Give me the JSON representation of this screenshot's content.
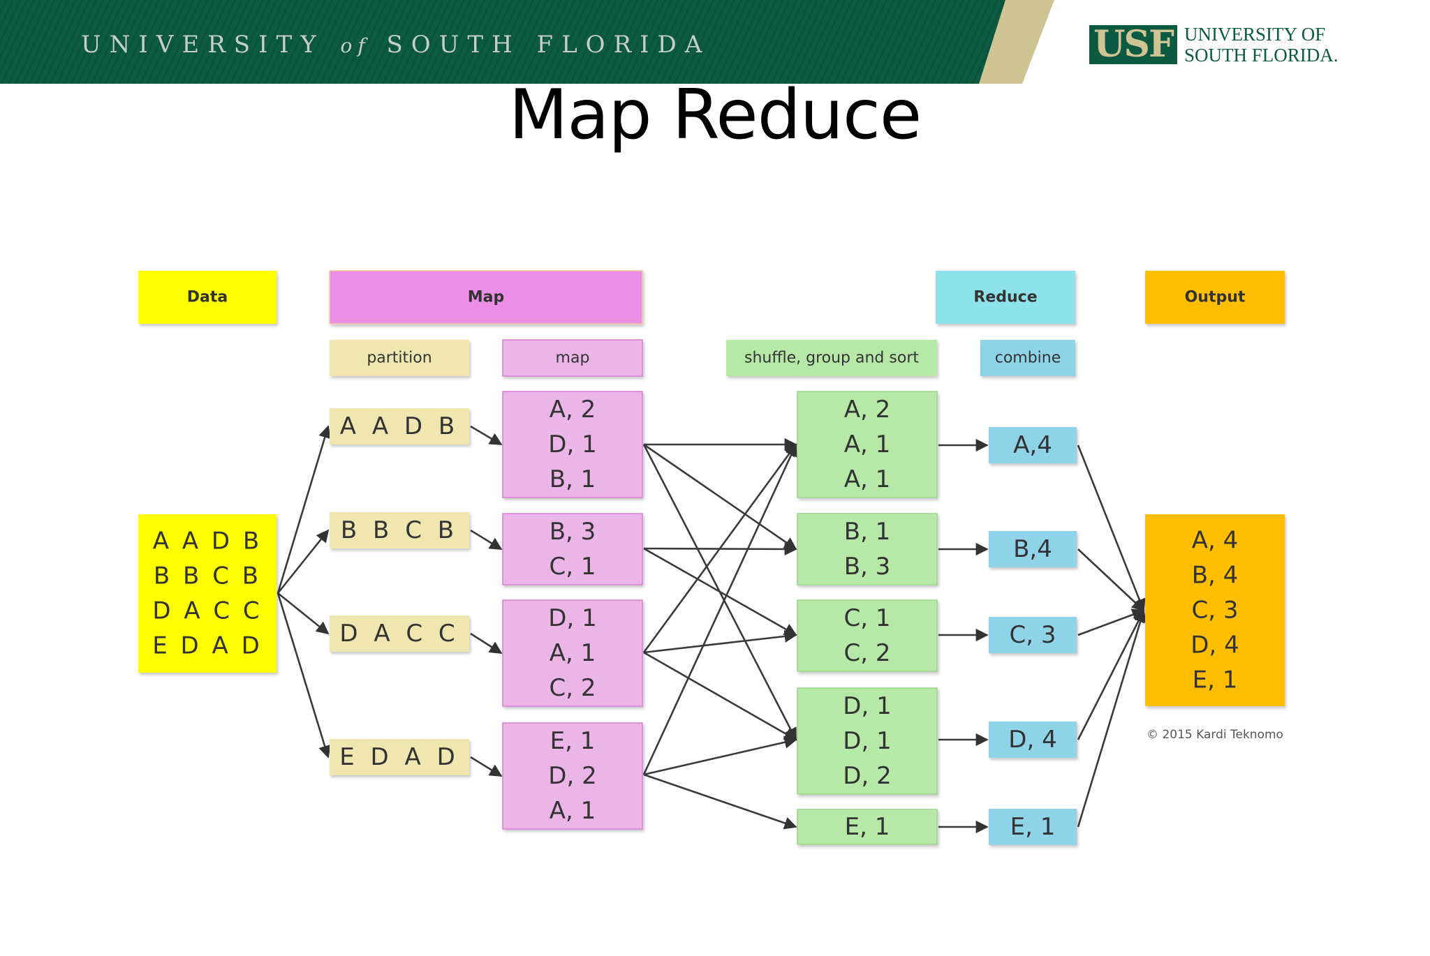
{
  "banner": {
    "text_left": "UNIVERSITY",
    "text_of": "of",
    "text_right": "SOUTH FLORIDA"
  },
  "logo": {
    "mark": "USF",
    "line1": "UNIVERSITY OF",
    "line2": "SOUTH FLORIDA."
  },
  "slide": {
    "title": "Map Reduce"
  },
  "colors": {
    "data": "#ffff00",
    "map": "#ec8de6",
    "map_light": "#ebb5e8",
    "partition": "#efe6b0",
    "shuffle": "#b6e9a7",
    "reduce": "#8ee3ea",
    "combine": "#8fd3e8",
    "output": "#ffbf00",
    "banner_green": "#0d5a42",
    "banner_gold": "#cfc494"
  },
  "diagram": {
    "stage_headers": {
      "data": "Data",
      "map": "Map",
      "reduce": "Reduce",
      "output": "Output"
    },
    "sub_headers": {
      "partition": "partition",
      "map": "map",
      "shuffle": "shuffle, group and sort",
      "combine": "combine"
    },
    "input": [
      "A A D B",
      "B B C B",
      "D A C C",
      "E D A D"
    ],
    "partitions": [
      "A A D B",
      "B B C B",
      "D A C C",
      "E D A D"
    ],
    "map_outputs": [
      [
        "A, 2",
        "D, 1",
        "B, 1"
      ],
      [
        "B, 3",
        "C, 1"
      ],
      [
        "D, 1",
        "A, 1",
        "C, 2"
      ],
      [
        "E, 1",
        "D, 2",
        "A, 1"
      ]
    ],
    "shuffled": [
      [
        "A, 2",
        "A, 1",
        "A, 1"
      ],
      [
        "B, 1",
        "B, 3"
      ],
      [
        "C, 1",
        "C, 2"
      ],
      [
        "D, 1",
        "D, 1",
        "D, 2"
      ],
      [
        "E, 1"
      ]
    ],
    "combined": [
      "A,4",
      "B,4",
      "C, 3",
      "D, 4",
      "E, 1"
    ],
    "output": [
      "A, 4",
      "B, 4",
      "C, 3",
      "D, 4",
      "E, 1"
    ],
    "copyright": "© 2015 Kardi Teknomo"
  }
}
